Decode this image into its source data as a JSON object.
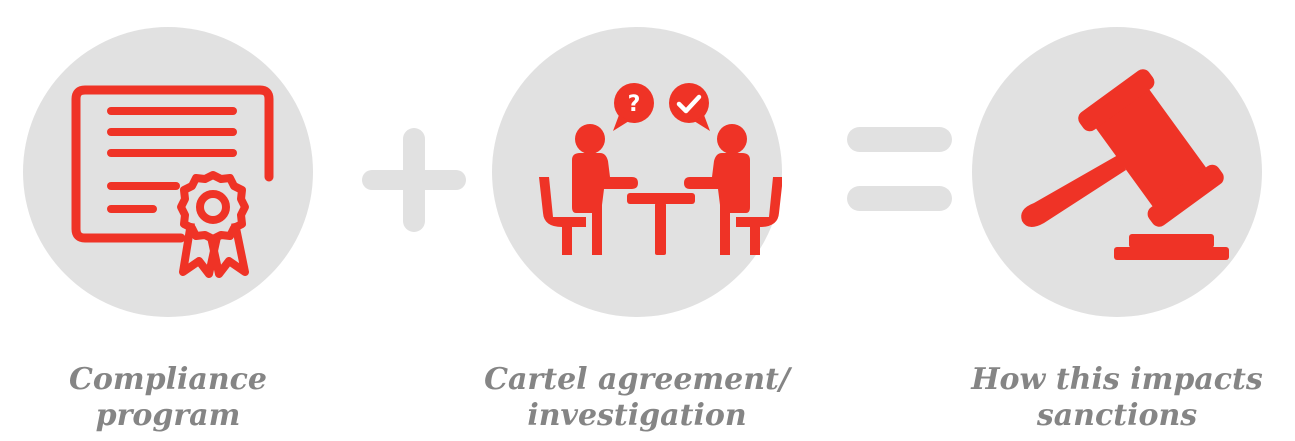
{
  "colors": {
    "circle": "#e1e1e1",
    "operator": "#e1e1e1",
    "icon": "#ef3326",
    "caption": "#858585"
  },
  "operators": {
    "plus": "plus-sign",
    "equals": "equals-sign"
  },
  "steps": [
    {
      "icon": "certificate-icon",
      "caption_lines": [
        "Compliance",
        "program"
      ]
    },
    {
      "icon": "meeting-discussion-icon",
      "caption_lines": [
        "Cartel agreement/",
        "investigation"
      ]
    },
    {
      "icon": "gavel-icon",
      "caption_lines": [
        "How this impacts",
        "sanctions"
      ]
    }
  ]
}
